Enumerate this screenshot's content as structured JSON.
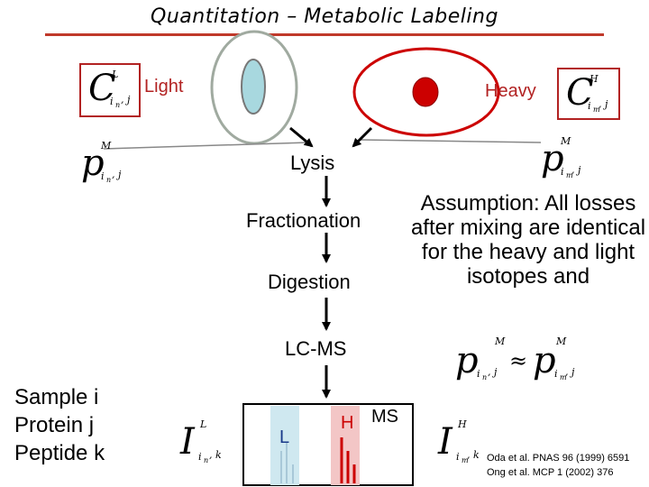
{
  "title": "Quantitation – Metabolic Labeling",
  "labels": {
    "light": "Light",
    "heavy": "Heavy",
    "lysis": "Lysis",
    "fractionation": "Fractionation",
    "digestion": "Digestion",
    "lcms": "LC-MS",
    "ms": "MS",
    "spectrum_l": "L",
    "spectrum_h": "H"
  },
  "assumption": "Assumption: All losses after mixing are identical for the heavy and light isotopes and",
  "sample_lines": [
    "Sample i",
    "Protein j",
    "Peptide k"
  ],
  "symbols": {
    "c_light": {
      "base": "C",
      "sup": "L",
      "sub": "i",
      "subsub": "n",
      "tail": ", j"
    },
    "c_heavy": {
      "base": "C",
      "sup": "H",
      "sub": "i",
      "subsub": "m",
      "tail": ", j"
    },
    "p_left": {
      "base": "p",
      "sup": "M",
      "sub": "i",
      "subsub": "n",
      "tail": ", j"
    },
    "p_right": {
      "base": "p",
      "sup": "M",
      "sub": "i",
      "subsub": "m",
      "tail": ", j"
    },
    "eq_left": {
      "base": "p",
      "sup": "M",
      "sub": "i",
      "subsub": "n",
      "tail": ", j"
    },
    "eq_op": "≈",
    "eq_right": {
      "base": "p",
      "sup": "M",
      "sub": "i",
      "subsub": "m",
      "tail": ", j"
    },
    "i_light": {
      "base": "I",
      "sup": "L",
      "sub": "i",
      "subsub": "n",
      "tail": ", k"
    },
    "i_heavy": {
      "base": "I",
      "sup": "H",
      "sub": "i",
      "subsub": "m",
      "tail": ", k"
    }
  },
  "references": [
    "Oda et al. PNAS 96 (1999) 6591",
    "Ong et al. MCP 1 (2002) 376"
  ],
  "colors": {
    "accent_red": "#b22222",
    "cell_light_fill": "#a8d8df",
    "cell_heavy_fill": "#cc0000",
    "spectrum_light": "#cfe8f0",
    "spectrum_heavy": "#f3c6c6"
  }
}
